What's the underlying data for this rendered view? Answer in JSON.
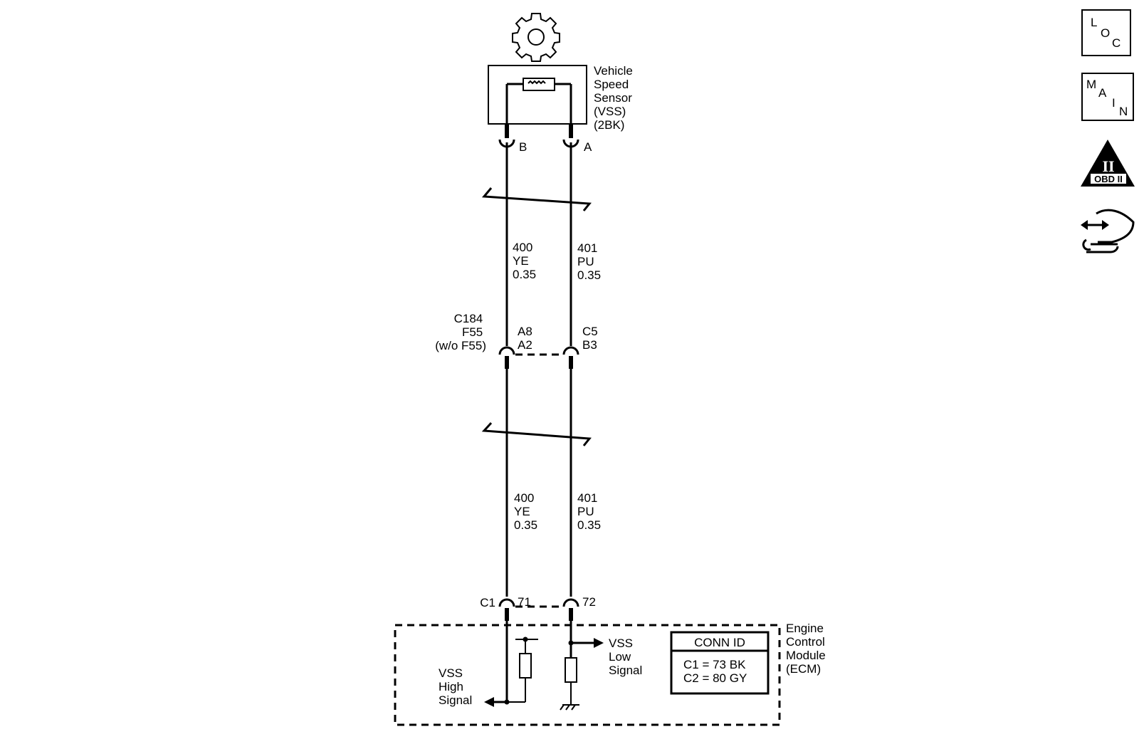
{
  "sensor": {
    "label_lines": [
      "Vehicle",
      "Speed",
      "Sensor",
      "(VSS)",
      "(2BK)"
    ],
    "pin_b": "B",
    "pin_a": "A"
  },
  "wires_upper": {
    "left": {
      "circuit": "400",
      "color": "YE",
      "size": "0.35"
    },
    "right": {
      "circuit": "401",
      "color": "PU",
      "size": "0.35"
    }
  },
  "inline_connector": {
    "name_lines": [
      "C184",
      "F55",
      "(w/o F55)"
    ],
    "left_pins": [
      "A8",
      "A2"
    ],
    "right_pins": [
      "C5",
      "B3"
    ]
  },
  "wires_lower": {
    "left": {
      "circuit": "400",
      "color": "YE",
      "size": "0.35"
    },
    "right": {
      "circuit": "401",
      "color": "PU",
      "size": "0.35"
    }
  },
  "ecm_connector": {
    "connector": "C1",
    "left_pin": "71",
    "right_pin": "72"
  },
  "ecm": {
    "label_lines": [
      "Engine",
      "Control",
      "Module",
      "(ECM)"
    ],
    "high_signal_lines": [
      "VSS",
      "High",
      "Signal"
    ],
    "low_signal_lines": [
      "VSS",
      "Low",
      "Signal"
    ],
    "conn_id_title": "CONN ID",
    "conn_id_rows": [
      "C1 = 73 BK",
      "C2 = 80 GY"
    ]
  },
  "side_icons": {
    "loc": [
      "L",
      "O",
      "C"
    ],
    "main": [
      "M",
      "A",
      "I",
      "N"
    ],
    "obd_numeral": "II",
    "obd_text": "OBD II",
    "icon_names": [
      "loc-icon",
      "main-icon",
      "obd-ii-icon",
      "schematic-reference-icon"
    ]
  }
}
